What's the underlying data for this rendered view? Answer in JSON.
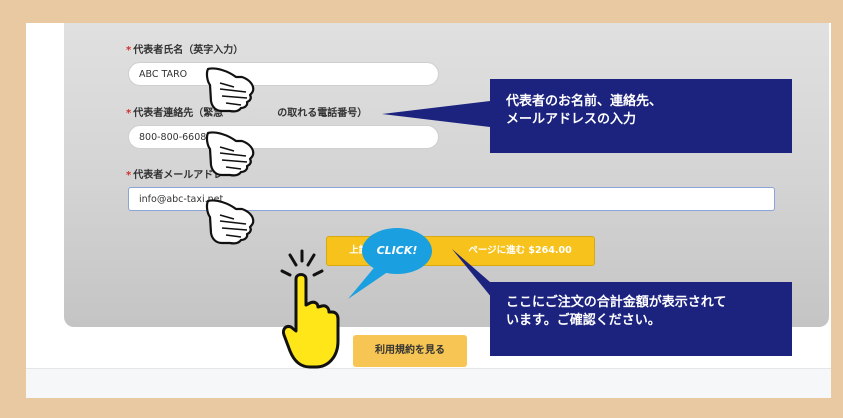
{
  "form": {
    "name_label": "代表者氏名（英字入力）",
    "name_value": "ABC TARO",
    "phone_label": "代表者連絡先（緊急",
    "phone_label_tail": "の取れる電話番号）",
    "phone_value": "800-800-6608",
    "email_label": "代表者メールアドレ",
    "email_value": "info@abc-taxi.net",
    "required_mark": "*"
  },
  "proceed_button": {
    "label_start": "上記の内容で",
    "label_end": "ページに進む $264.00"
  },
  "terms_button": {
    "label": "利用規約を見る"
  },
  "callouts": {
    "contact": [
      "代表者のお名前、連絡先、",
      "メールアドレスの入力"
    ],
    "total": [
      "ここにご注文の合計金額が表示されて",
      "います。ご確認ください。"
    ]
  },
  "click_bubble": {
    "label": "CLICK!"
  },
  "icons": [
    "pointing-hand-icon",
    "tap-hand-icon"
  ],
  "colors": {
    "frame": "#e8c9a2",
    "callout": "#1c237e",
    "button": "#f6c21b",
    "bubble": "#1aa0e0",
    "hand": "#ffe619"
  }
}
